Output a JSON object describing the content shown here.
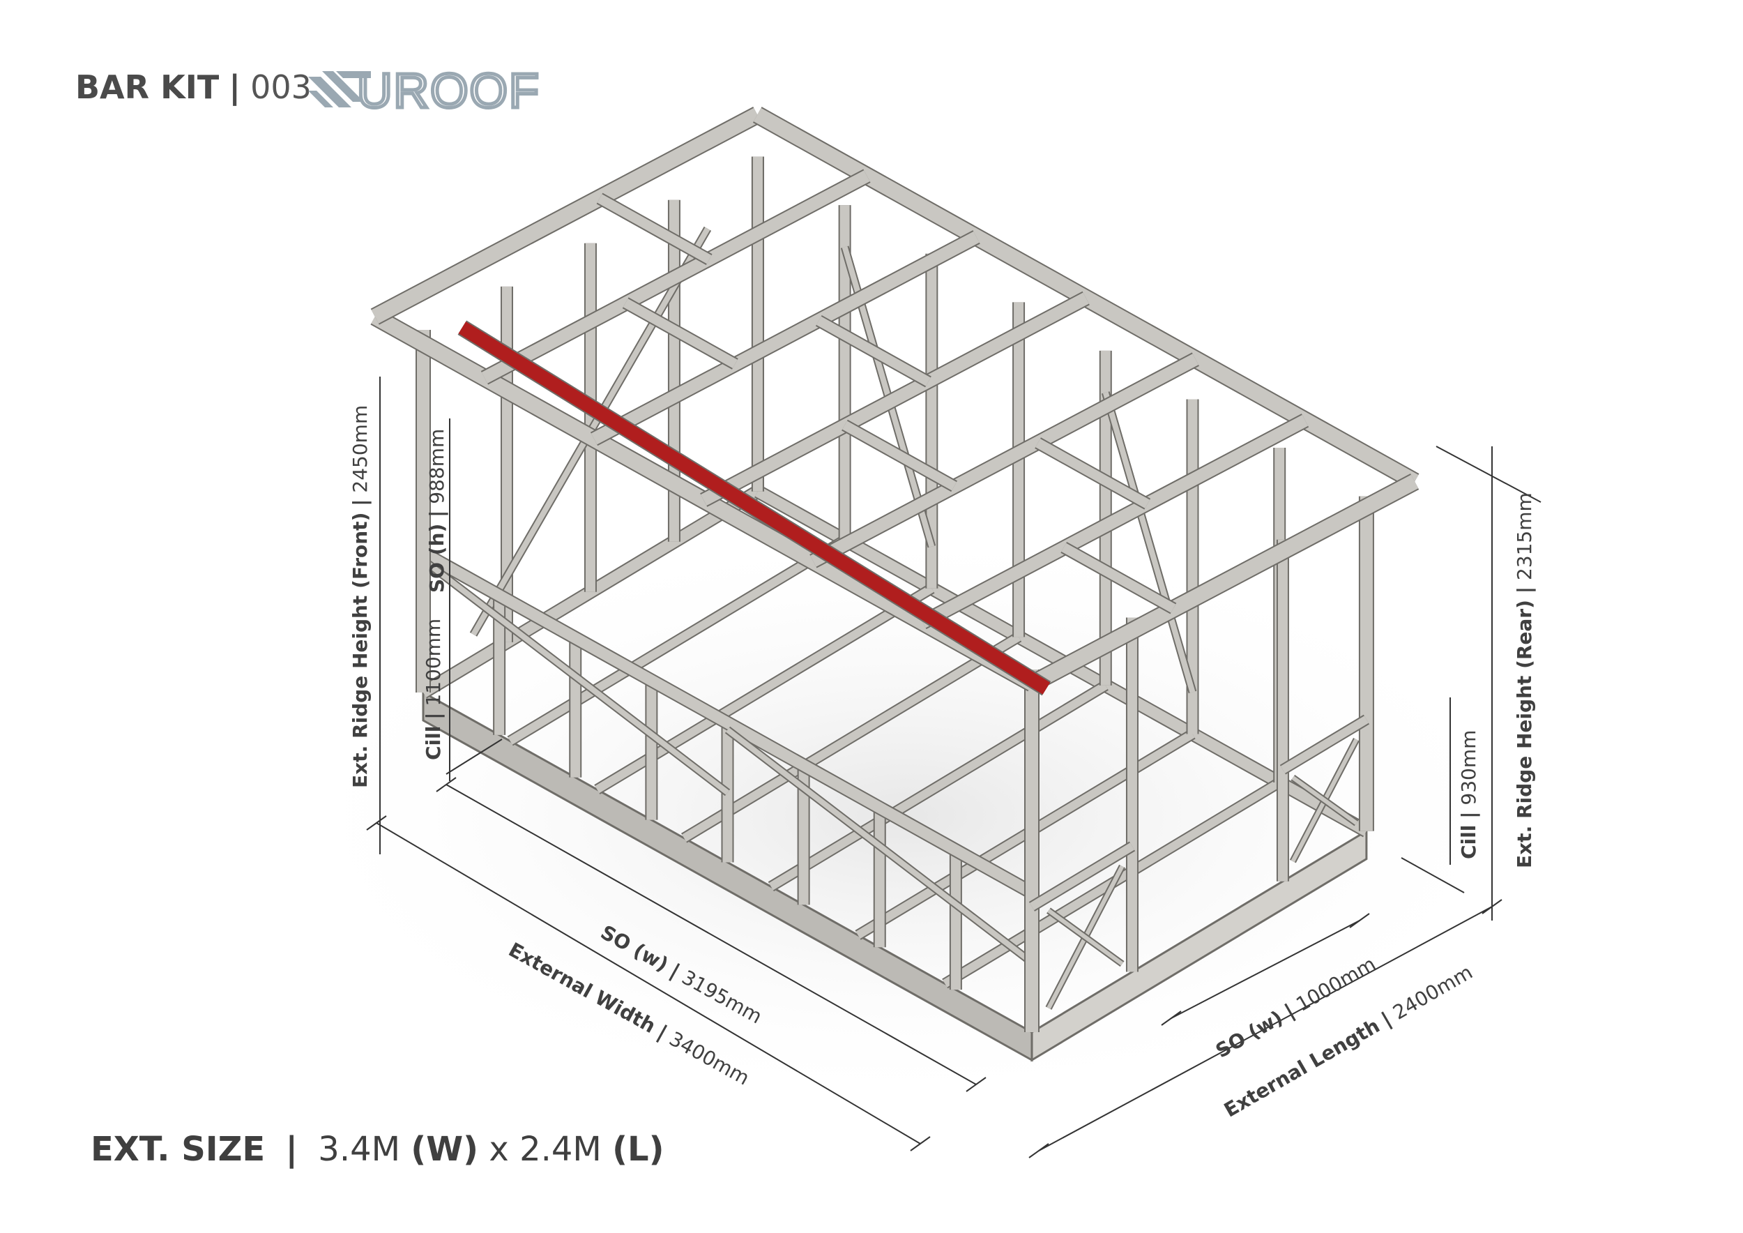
{
  "header": {
    "kit_label": "BAR KIT",
    "separator": "|",
    "kit_number": "003",
    "logo_text": "UROOF"
  },
  "footer": {
    "ext_size_label": "EXT. SIZE",
    "separator": "|",
    "width_value": "3.4M",
    "width_unit": "(W)",
    "times": "x",
    "length_value": "2.4M",
    "length_unit": "(L)"
  },
  "dimensions": {
    "ext_ridge_front": {
      "label": "Ext. Ridge Height (Front)",
      "sep": "|",
      "value": "2450mm"
    },
    "so_h": {
      "label": "SO (h)",
      "sep": "|",
      "value": "988mm"
    },
    "cill_front": {
      "label": "Cill",
      "sep": "|",
      "value": "1100mm"
    },
    "so_w_front": {
      "label": "SO (w)",
      "sep": "|",
      "value": "3195mm"
    },
    "external_width": {
      "label": "External Width",
      "sep": "|",
      "value": "3400mm"
    },
    "so_w_side": {
      "label": "SO (w)",
      "sep": "|",
      "value": "1000mm"
    },
    "external_length": {
      "label": "External Length",
      "sep": "|",
      "value": "2400mm"
    },
    "cill_rear": {
      "label": "Cill",
      "sep": "|",
      "value": "930mm"
    },
    "ext_ridge_rear": {
      "label": "Ext. Ridge Height (Rear)",
      "sep": "|",
      "value": "2315mm"
    }
  },
  "colors": {
    "frame_fill": "#c9c7c2",
    "frame_stroke": "#6f6d68",
    "beam_red": "#b01e1e",
    "dim_line": "#333333",
    "text": "#404040",
    "logo": "#9aa8b2"
  }
}
